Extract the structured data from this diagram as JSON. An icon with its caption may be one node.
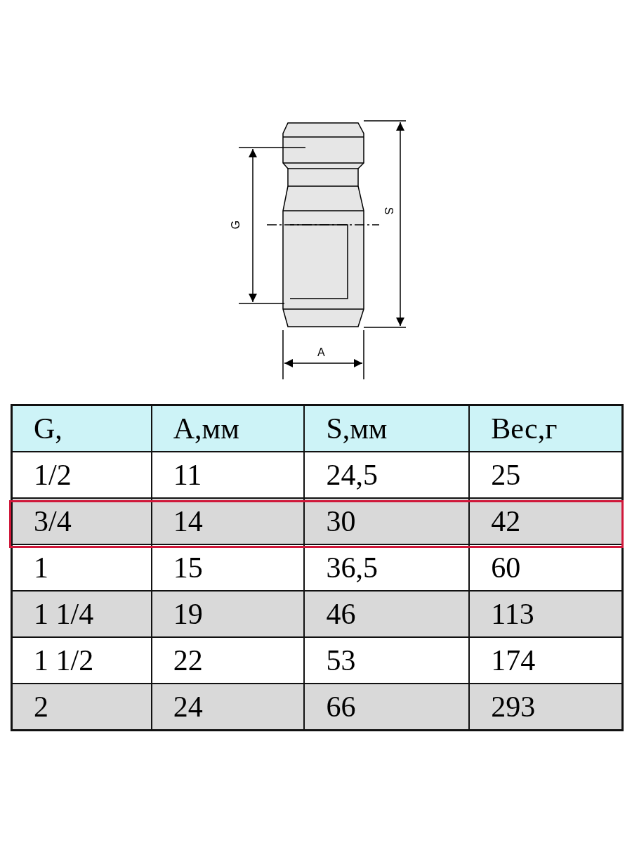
{
  "diagram": {
    "labels": [
      "G",
      "S",
      "A",
      "G,",
      "A,мм",
      "S,мм",
      "Вес,г",
      "1/2",
      "11",
      "24,5",
      "25",
      "3/4",
      "14",
      "30",
      "42",
      "1",
      "15",
      "36,5",
      "60",
      "1 1/4",
      "19",
      "46",
      "113",
      "1 1/2",
      "22",
      "53",
      "174",
      "2",
      "24",
      "66",
      "293"
    ]
  }
}
